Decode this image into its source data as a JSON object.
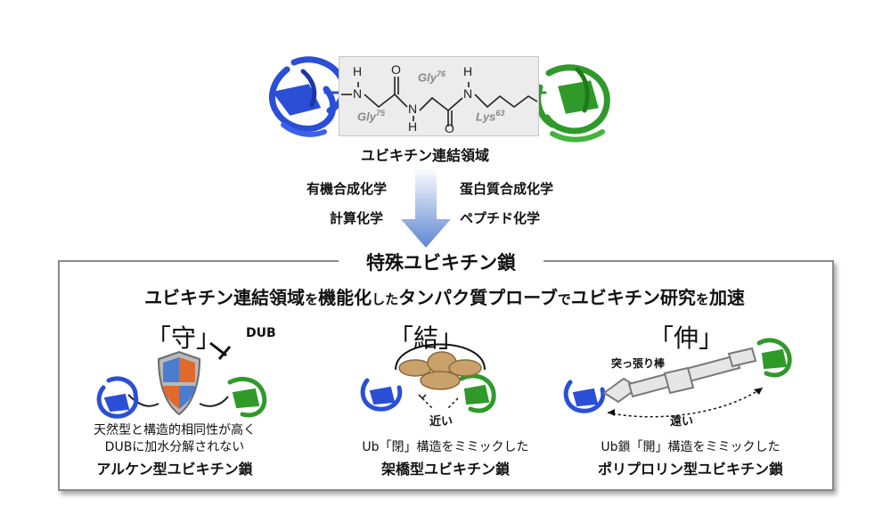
{
  "chemistry": {
    "residues": {
      "gly76": {
        "name": "Gly",
        "num": "76"
      },
      "gly75": {
        "name": "Gly",
        "num": "75"
      },
      "lys63": {
        "name": "Lys",
        "num": "63"
      }
    },
    "atoms": {
      "h": "H",
      "n": "N",
      "o": "O"
    },
    "linker_label": "ユビキチン連結領域"
  },
  "methods": {
    "left": [
      "有機合成化学",
      "計算化学"
    ],
    "right": [
      "蛋白質合成化学",
      "ペプチド化学"
    ]
  },
  "panel": {
    "title": "特殊ユビキチン鎖",
    "headline": {
      "part1": "ユビキチン連結領域",
      "part2": "を",
      "part3": "機能化",
      "part4": "した",
      "part5": "タンパク質プローブ",
      "part6": "で",
      "part7": "ユビキチン研究",
      "part8": "を",
      "part9": "加速"
    }
  },
  "probes": [
    {
      "kanji": "「守」",
      "tag": "DUB",
      "desc_line1": "天然型と構造的相同性が高く",
      "desc_line2": "DUBに加水分解されない",
      "name": "アルケン型ユビキチン鎖"
    },
    {
      "kanji": "「結」",
      "distance_label": "近い",
      "desc_line1": "Ub「閉」構造をミミックした",
      "name": "架橋型ユビキチン鎖"
    },
    {
      "kanji": "「伸」",
      "rod_label": "突っ張り棒",
      "distance_label": "遠い",
      "desc_line1": "Ub鎖「開」構造をミミックした",
      "name": "ポリプロリン型ユビキチン鎖"
    }
  ],
  "colors": {
    "blue_ub": "#2a4fd6",
    "green_ub": "#2f9a2a",
    "arrow": "#6f95d8"
  }
}
